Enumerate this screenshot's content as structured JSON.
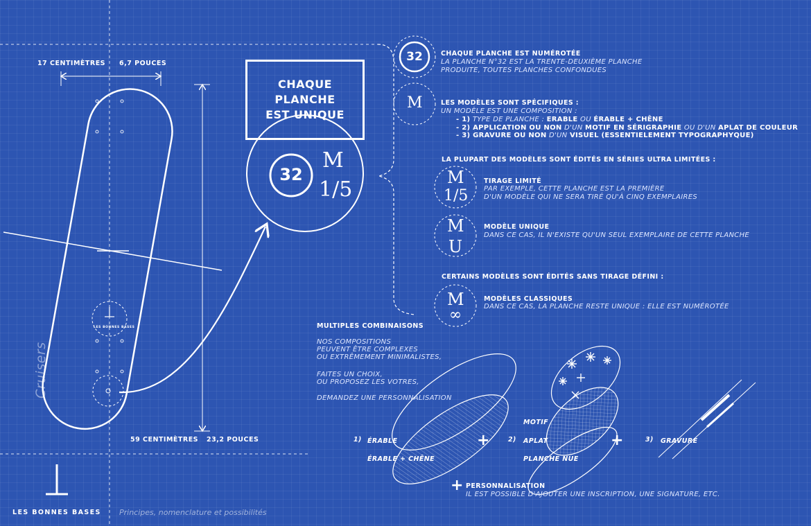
{
  "dimensions": {
    "width_cm": "17 CENTIMÈTRES",
    "width_in": "6,7 POUCES",
    "length_cm": "59 CENTIMÈTRES",
    "length_in": "23,2 POUCES"
  },
  "board_logo_text": "LES BONNES BASES",
  "vertical_label": "Cruisers",
  "headline": {
    "line1": "CHAQUE",
    "line2": "PLANCHE",
    "line3": "EST UNIQUE"
  },
  "badge": {
    "number": "32",
    "model": "M",
    "fraction_top": "1",
    "fraction_bottom": "5"
  },
  "numbering": {
    "badge": "32",
    "title": "CHAQUE PLANCHE EST NUMÉROTÉE",
    "line1": "LA PLANCHE N°32 EST LA TRENTE-DEUXIÈME PLANCHE",
    "line2": "PRODUITE, TOUTES PLANCHES CONFONDUES"
  },
  "models": {
    "badge": "M",
    "title": "LES MODÈLES SONT SPÉCIFIQUES :",
    "subtitle": "UN MODÈLE EST UNE COMPOSITION :",
    "item1": {
      "a": "- 1)",
      "b": " TYPE DE PLANCHE : ",
      "c": "ERABLE",
      "d": "  OU ",
      "e": "ÉRABLE + CHÊNE"
    },
    "item2": {
      "a": "- 2) APPLICATION OU NON",
      "b": " D'UN ",
      "c": "MOTIF EN SÉRIGRAPHIE",
      "d": " OU D'UN ",
      "e": "APLAT DE COULEUR"
    },
    "item3": {
      "a": "- 3) GRAVURE OU NON",
      "b": " D'UN ",
      "c": "VISUEL (ESSENTIELEMENT TYPOGRAPHYQUE)"
    }
  },
  "limited_series_heading": "LA PLUPART DES MODÈLES SONT ÉDITÉS EN SÉRIES ULTRA LIMITÉES :",
  "limited": {
    "badge_top": "M",
    "badge_bottom": "1/5",
    "title": "TIRAGE LIMITÉ",
    "line1": "PAR EXEMPLE, CETTE PLANCHE EST LA PREMIÈRE",
    "line2": "D'UN MODÈLE QUI NE SERA TIRÉ QU'À CINQ EXEMPLAIRES"
  },
  "unique": {
    "badge_top": "M",
    "badge_bottom": "U",
    "title": "MODÈLE UNIQUE",
    "line1": "DANS CE CAS, IL N'EXISTE QU'UN SEUL EXEMPLAIRE DE CETTE PLANCHE"
  },
  "undefined_series_heading": "CERTAINS MODÈLES SONT ÉDITÉS SANS TIRAGE DÉFINI :",
  "classic": {
    "badge_top": "M",
    "badge_bottom": "∞",
    "title": "MODÈLES CLASSIQUES",
    "line1": "DANS CE CAS, LA PLANCHE RESTE UNIQUE : ELLE EST NUMÉROTÉE"
  },
  "combinations": {
    "title": "MULTIPLES COMBINAISONS",
    "p1": [
      "NOS COMPOSITIONS",
      "PEUVENT ÊTRE COMPLEXES",
      "OU EXTRÊMEMENT MINIMALISTES,"
    ],
    "p2": [
      "FAITES UN CHOIX,",
      "OU PROPOSEZ LES VOTRES,"
    ],
    "p3": "DEMANDEZ UNE PERSONNALISATION"
  },
  "steps": {
    "step1_num": "1)",
    "step1_a": "ÉRABLE",
    "step1_b": "ÉRABLE + CHÊNE",
    "step2_num": "2)",
    "step2_a": "MOTIF",
    "step2_b": "APLAT",
    "step2_c": "PLANCHE NUE",
    "step3_num": "3)",
    "step3_a": "GRAVURE",
    "plus": "+"
  },
  "personalisation": {
    "title": "PERSONNALISATION",
    "line1": "IL EST POSSIBLE D'AJOUTER UNE INSCRIPTION, UNE SIGNATURE, ETC."
  },
  "footer": {
    "brand": "LES BONNES BASES",
    "tagline": "Principes, nomenclature et possibilités"
  },
  "colors": {
    "background": "#2d55b2",
    "ink": "#ffffff"
  }
}
